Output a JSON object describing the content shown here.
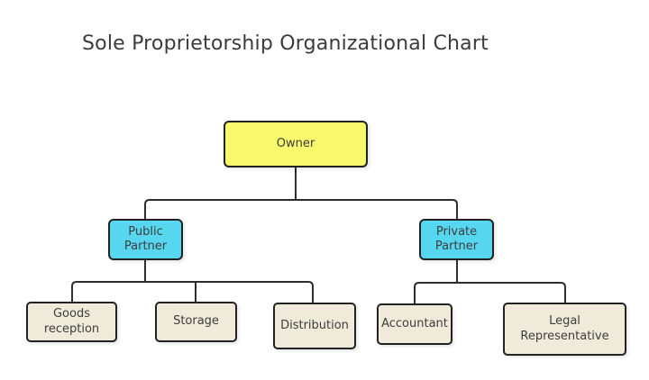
{
  "title": "Sole Proprietorship Organizational Chart",
  "colors": {
    "background": "#FFFFFF",
    "node_border": "#222222",
    "connector_line": "#2E2E2E",
    "title_text": "#3B3B3B",
    "node_text": "#3D3D3D",
    "owner_fill": "#F9F96E",
    "partner_fill": "#57D6F0",
    "leaf_fill": "#EFEADA"
  },
  "nodes": {
    "owner": {
      "label": "Owner",
      "fill": "#F9F96E"
    },
    "public_partner": {
      "label": "Public Partner",
      "fill": "#57D6F0"
    },
    "private_partner": {
      "label": "Private Partner",
      "fill": "#57D6F0"
    },
    "goods_reception": {
      "label": "Goods reception",
      "fill": "#EFEADA"
    },
    "storage": {
      "label": "Storage",
      "fill": "#EFEADA"
    },
    "distribution": {
      "label": "Distribution",
      "fill": "#EFEADA"
    },
    "accountant": {
      "label": "Accountant",
      "fill": "#EFEADA"
    },
    "legal_representative": {
      "label": "Legal Representative",
      "fill": "#EFEADA"
    }
  },
  "edges": [
    {
      "from": "Owner",
      "to": "Public Partner"
    },
    {
      "from": "Owner",
      "to": "Private Partner"
    },
    {
      "from": "Public Partner",
      "to": "Goods reception"
    },
    {
      "from": "Public Partner",
      "to": "Storage"
    },
    {
      "from": "Public Partner",
      "to": "Distribution"
    },
    {
      "from": "Private Partner",
      "to": "Accountant"
    },
    {
      "from": "Private Partner",
      "to": "Legal Representative"
    }
  ]
}
